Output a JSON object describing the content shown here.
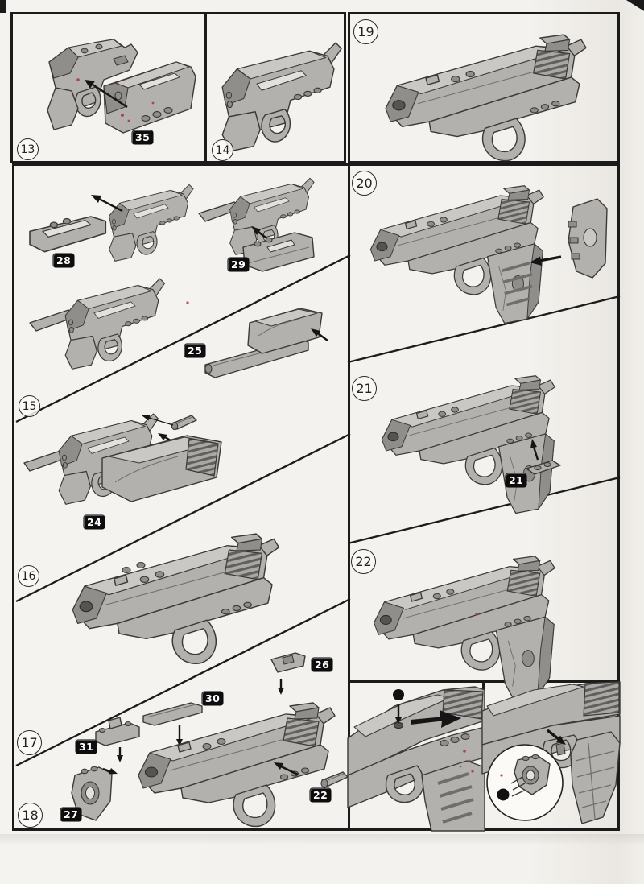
{
  "document": {
    "type": "brick-pistol-assembly-instructions"
  },
  "steps": {
    "s13": "13",
    "s14": "14",
    "s15": "15",
    "s16": "16",
    "s17": "17",
    "s18": "18",
    "s19": "19",
    "s20": "20",
    "s21": "21",
    "s22": "22"
  },
  "parts": {
    "p35": "35",
    "p28": "28",
    "p29": "29",
    "p25": "25",
    "p24": "24",
    "p21": "21",
    "p26": "26",
    "p30": "30",
    "p31": "31",
    "p27": "27",
    "p22": "22"
  },
  "colors": {
    "paper": "#f4f2ee",
    "panel_border": "#1b1b1b",
    "part_fill": "#b2b1ae",
    "part_top": "#c9c8c5",
    "part_shadow": "#8f8e8b",
    "label_bg": "#0d0d0d",
    "label_text": "#ffffff",
    "print_speck_red": "#a83340"
  }
}
